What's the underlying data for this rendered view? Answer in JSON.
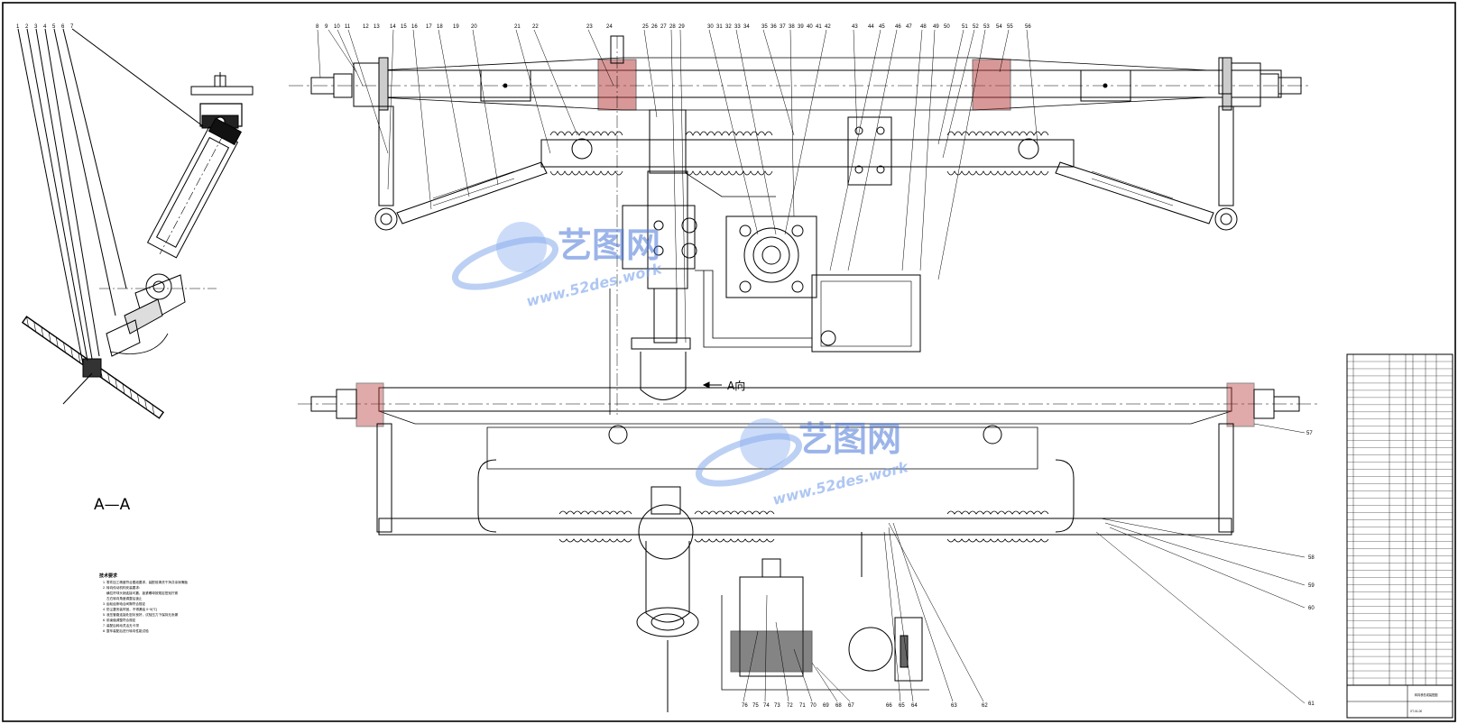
{
  "drawing": {
    "section_label": "A—A",
    "view_label": "A向",
    "notes_title": "技术要求",
    "notes": [
      "1. 零件加工精度符合图纸要求，装配前清洗干净并涂润滑脂",
      "2. 转向传动机构安装要求：",
      "   横拉杆球头销连接可靠，锁紧螺母按规定扭矩拧紧",
      "   左右转向角度调整后锁止",
      "3. 齿轮齿条啮合间隙符合规定",
      "4. 防尘罩安装牢固，不得漏油 0~5(℃)",
      "5. 液压管路连接处密封良好，试验压力下保持无渗漏",
      "6. 前束值调整符合规定",
      "7. 装配后转动灵活无卡滞",
      "8. 整车装配后进行转向性能试验"
    ],
    "top_callouts": [
      "1",
      "2",
      "3",
      "4",
      "5",
      "6",
      "7",
      "8",
      "9",
      "10",
      "11",
      "12",
      "13",
      "14",
      "15",
      "16",
      "17",
      "18",
      "19",
      "20",
      "21",
      "22",
      "23",
      "24",
      "25",
      "26",
      "27",
      "28",
      "29",
      "30",
      "31",
      "32",
      "33",
      "34",
      "35",
      "36",
      "37",
      "38",
      "39",
      "40",
      "41",
      "42",
      "43",
      "44",
      "45",
      "46",
      "47",
      "48",
      "49",
      "50",
      "51",
      "52",
      "53",
      "54",
      "55",
      "56"
    ],
    "right_callouts": [
      "57",
      "58",
      "59",
      "60",
      "61"
    ],
    "bottom_callouts": [
      "76",
      "75",
      "74",
      "73",
      "72",
      "71",
      "70",
      "69",
      "68",
      "67",
      "66",
      "65",
      "64",
      "63",
      "62"
    ]
  },
  "watermark": {
    "cn": "艺图网",
    "url": "www.52des.work"
  },
  "title_block": {
    "rows": 46,
    "drawing_name": "转向桥总成装配图",
    "drawing_no": "XT-01-00"
  }
}
